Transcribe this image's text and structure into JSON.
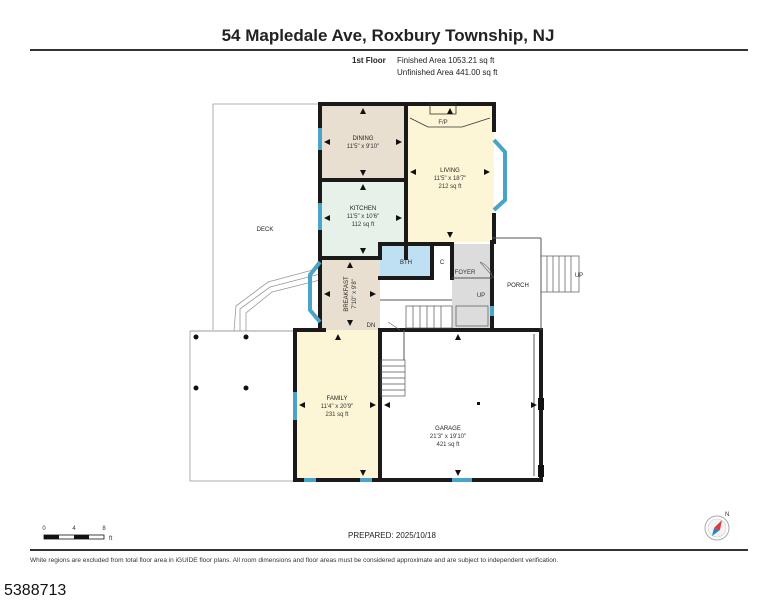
{
  "title": "54 Mapledale Ave, Roxbury Township, NJ",
  "floor": {
    "label": "1st Floor",
    "finished_area": "Finished Area 1053.21 sq ft",
    "unfinished_area": "Unfinished Area 441.00 sq ft"
  },
  "rooms": {
    "dining": {
      "name": "DINING",
      "dims": "11'5\" x 9'10\""
    },
    "living": {
      "name": "LIVING",
      "dims": "11'5\" x 18'7\"",
      "area": "212 sq ft"
    },
    "fireplace": "F/P",
    "kitchen": {
      "name": "KITCHEN",
      "dims": "11'5\" x 10'6\"",
      "area": "112 sq ft"
    },
    "bath": "BTH",
    "closet": "C",
    "foyer": "FOYER",
    "breakfast": {
      "name": "BREAKFAST",
      "dims": "7'10\" x 9'8\""
    },
    "family": {
      "name": "FAMILY",
      "dims": "11'4\" x 20'9\"",
      "area": "231 sq ft"
    },
    "garage": {
      "name": "GARAGE",
      "dims": "21'3\" x 19'10\"",
      "area": "421 sq ft"
    },
    "deck": "DECK",
    "porch": "PORCH",
    "up_stairs": "UP",
    "up_porch": "UP",
    "down_stairs": "DN"
  },
  "scale": {
    "ticks": [
      "0",
      "4",
      "8"
    ],
    "unit": "ft"
  },
  "compass_label": "N",
  "prepared": "PREPARED: 2025/10/18",
  "disclaimer": "White regions are excluded from total floor area in iGUIDE floor plans. All room dimensions and floor areas must be considered approximate and are subject to independent verification.",
  "listing_id": "5388713",
  "colors": {
    "wall": "#1a1a1a",
    "window": "#4aa3c8",
    "dining": "#e9dfd0",
    "living": "#fdf6d6",
    "kitchen": "#e6f1ea",
    "bath": "#bfe0f3",
    "foyer": "#dcdcdc",
    "breakfast": "#e9dfd0",
    "family": "#fdf6d6"
  }
}
